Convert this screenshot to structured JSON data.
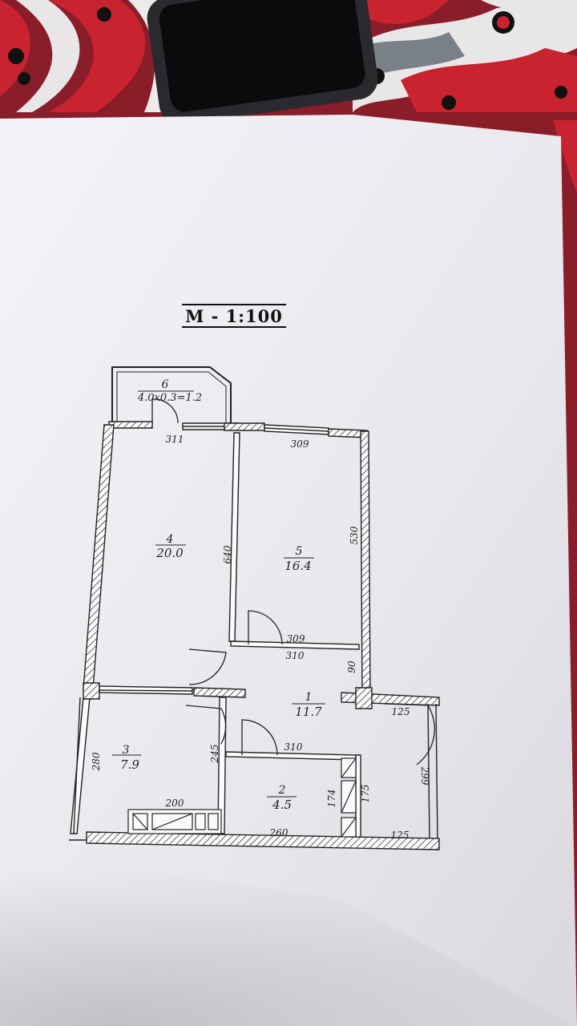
{
  "plan": {
    "scale": "M - 1:100",
    "rooms": [
      {
        "number": "6",
        "area": "4.0x0.3=1.2"
      },
      {
        "number": "4",
        "area": "20.0"
      },
      {
        "number": "5",
        "area": "16.4"
      },
      {
        "number": "1",
        "area": "11.7"
      },
      {
        "number": "3",
        "area": "7.9"
      },
      {
        "number": "2",
        "area": "4.5"
      }
    ],
    "dimensions": {
      "d311": "311",
      "d309_top": "309",
      "d640": "640",
      "d530": "530",
      "d309_mid": "309",
      "d310_mid": "310",
      "d90": "90",
      "d125_top": "125",
      "d310_low": "310",
      "d280": "280",
      "d245": "245",
      "d174": "174",
      "d175": "175",
      "d299": "299",
      "d200": "200",
      "d260": "260",
      "d125_bottom": "125"
    }
  },
  "colors": {
    "fabric_red": "#c8232f",
    "fabric_dark": "#6e1522",
    "paper": "#ecebf0",
    "ink": "#222222"
  }
}
